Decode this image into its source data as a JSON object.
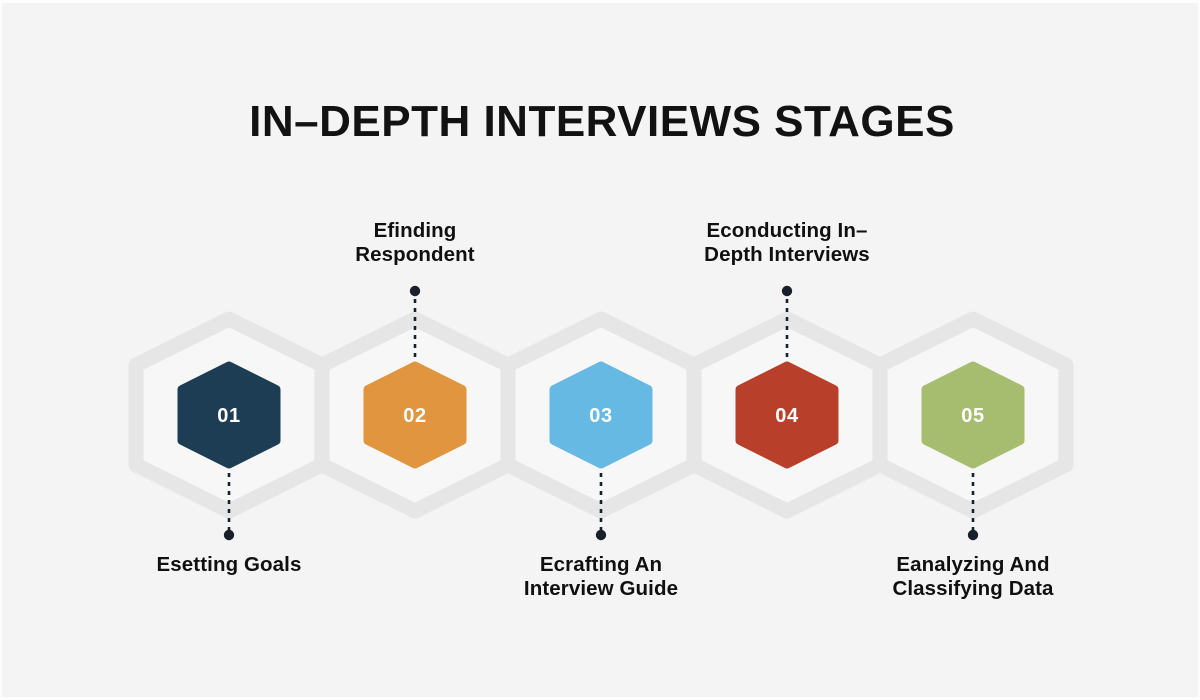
{
  "page": {
    "title": "IN–DEPTH INTERVIEWS STAGES",
    "background_color": "#f4f4f4",
    "title_color": "#121212",
    "outline_hex_color": "#e6e6e6",
    "outline_hex_fill": "#f7f7f7",
    "connector_color": "#17202b"
  },
  "diagram": {
    "type": "hexagon-process-flow",
    "steps": [
      {
        "number": "01",
        "label_line1": "Esetting Goals",
        "label_line2": "",
        "color": "#1d3d54",
        "label_position": "below"
      },
      {
        "number": "02",
        "label_line1": "Efinding",
        "label_line2": "Respondent",
        "color": "#e2953f",
        "label_position": "above"
      },
      {
        "number": "03",
        "label_line1": "Ecrafting An",
        "label_line2": "Interview Guide",
        "color": "#66b9e3",
        "label_position": "below"
      },
      {
        "number": "04",
        "label_line1": "Econducting In–",
        "label_line2": "Depth Interviews",
        "color": "#b8402b",
        "label_position": "above"
      },
      {
        "number": "05",
        "label_line1": "Eanalyzing And",
        "label_line2": "Classifying Data",
        "color": "#a6bd6f",
        "label_position": "below"
      }
    ]
  }
}
